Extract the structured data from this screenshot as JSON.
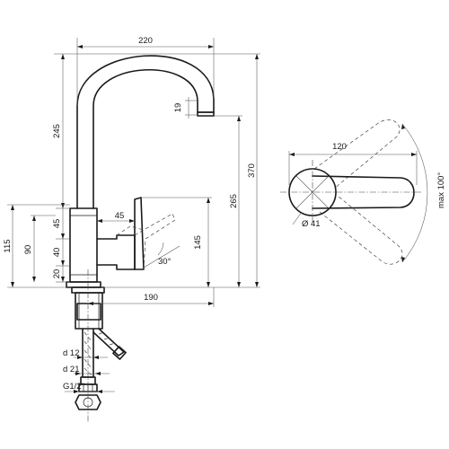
{
  "dimensions": {
    "total_width": "220",
    "spout_drop": "19",
    "upper_height": "245",
    "total_height": "370",
    "spout_outlet_height": "265",
    "lever_height": "145",
    "lever_offset": "45",
    "lever_angle": "30°",
    "body_top": "45",
    "body_middle": "40",
    "body_bottom": "20",
    "body_total": "90",
    "base_height": "115",
    "spout_reach": "190",
    "hose_d12": "d 12",
    "hose_d21": "d 21",
    "thread": "G1/2\"",
    "handle_length": "120",
    "handle_diameter": "Ø 41",
    "rotation": "max 100°"
  }
}
